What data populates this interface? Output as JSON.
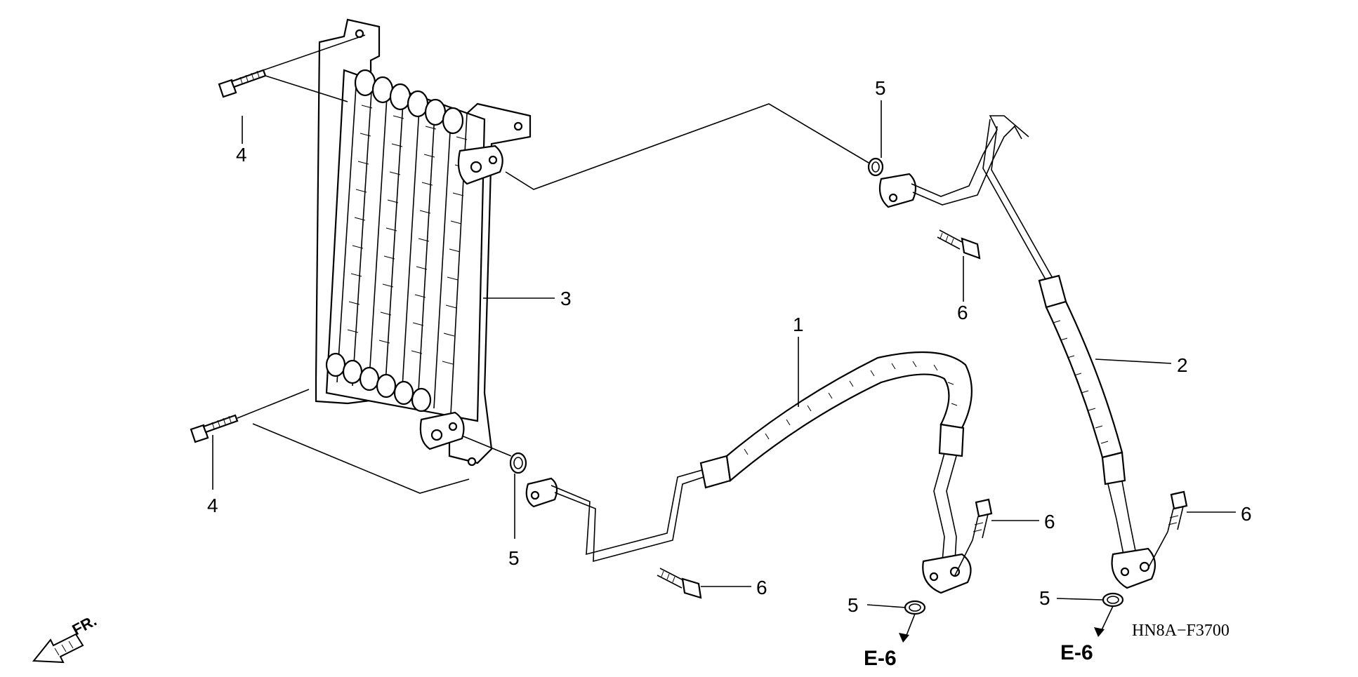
{
  "diagram": {
    "callouts": [
      {
        "id": "c1",
        "label": "1"
      },
      {
        "id": "c2",
        "label": "2"
      },
      {
        "id": "c3",
        "label": "3"
      },
      {
        "id": "c4a",
        "label": "4"
      },
      {
        "id": "c4b",
        "label": "4"
      },
      {
        "id": "c5a",
        "label": "5"
      },
      {
        "id": "c5b",
        "label": "5"
      },
      {
        "id": "c5c",
        "label": "5"
      },
      {
        "id": "c5d",
        "label": "5"
      },
      {
        "id": "c6a",
        "label": "6"
      },
      {
        "id": "c6b",
        "label": "6"
      },
      {
        "id": "c6c",
        "label": "6"
      },
      {
        "id": "c6d",
        "label": "6"
      }
    ],
    "refs": {
      "left": "E-6",
      "right": "E-6"
    },
    "code": "HN8A−F3700",
    "front_label": "FR."
  }
}
